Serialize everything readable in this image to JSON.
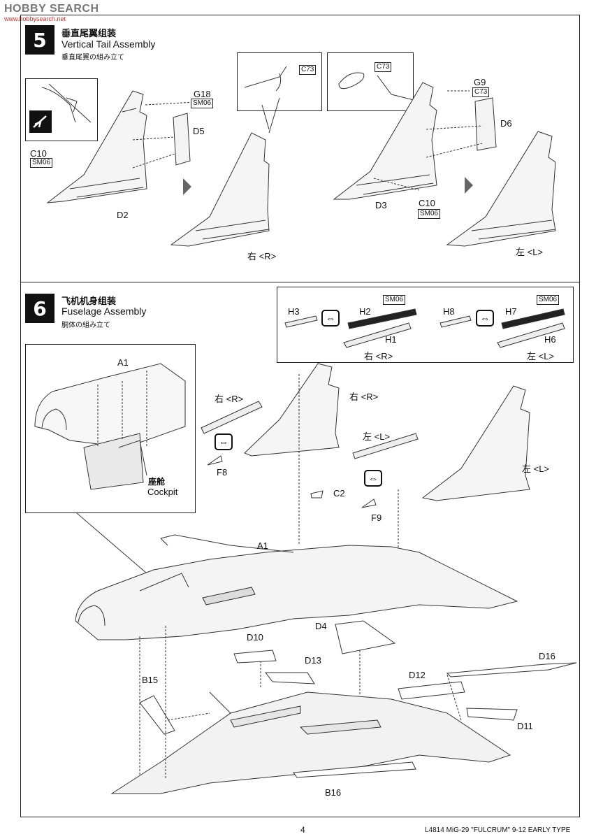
{
  "watermark": {
    "text": "HOBBY SEARCH",
    "url": "www.hobbysearch.net"
  },
  "step5": {
    "number": "5",
    "title_cn": "垂直尾翼组装",
    "title_en": "Vertical Tail Assembly",
    "title_jp": "垂直尾翼の組み立て",
    "labels": {
      "g18": "G18",
      "sm06_a": "SM06",
      "d5": "D5",
      "c10_a": "C10",
      "sm06_b": "SM06",
      "d2": "D2",
      "c73_a": "C73",
      "c73_b": "C73",
      "g9": "G9",
      "c73_c": "C73",
      "d6": "D6",
      "d3": "D3",
      "c10_b": "C10",
      "sm06_c": "SM06",
      "right": "右 <R>",
      "left": "左 <L>"
    }
  },
  "step6": {
    "number": "6",
    "title_cn": "飞机机身组装",
    "title_en": "Fuselage Assembly",
    "title_jp": "胴体の組み立て",
    "inset_top": {
      "h3": "H3",
      "h2": "H2",
      "sm06_a": "SM06",
      "h1": "H1",
      "right": "右 <R>",
      "h8": "H8",
      "h7": "H7",
      "sm06_b": "SM06",
      "h6": "H6",
      "left": "左 <L>",
      "flip": "⇔"
    },
    "inset_cockpit": {
      "a1": "A1",
      "cockpit_cn": "座舱",
      "cockpit_en": "Cockpit"
    },
    "labels": {
      "right_a": "右 <R>",
      "right_b": "右 <R>",
      "left_a": "左 <L>",
      "left_b": "左 <L>",
      "f8": "F8",
      "c2": "C2",
      "f9": "F9",
      "a1": "A1",
      "d4": "D4",
      "d10": "D10",
      "d13": "D13",
      "d16": "D16",
      "d12": "D12",
      "b15": "B15",
      "d11": "D11",
      "b16": "B16",
      "flip": "⇔"
    }
  },
  "footer": {
    "page": "4",
    "product": "L4814 MiG-29 \"FULCRUM\" 9-12 EARLY TYPE"
  }
}
